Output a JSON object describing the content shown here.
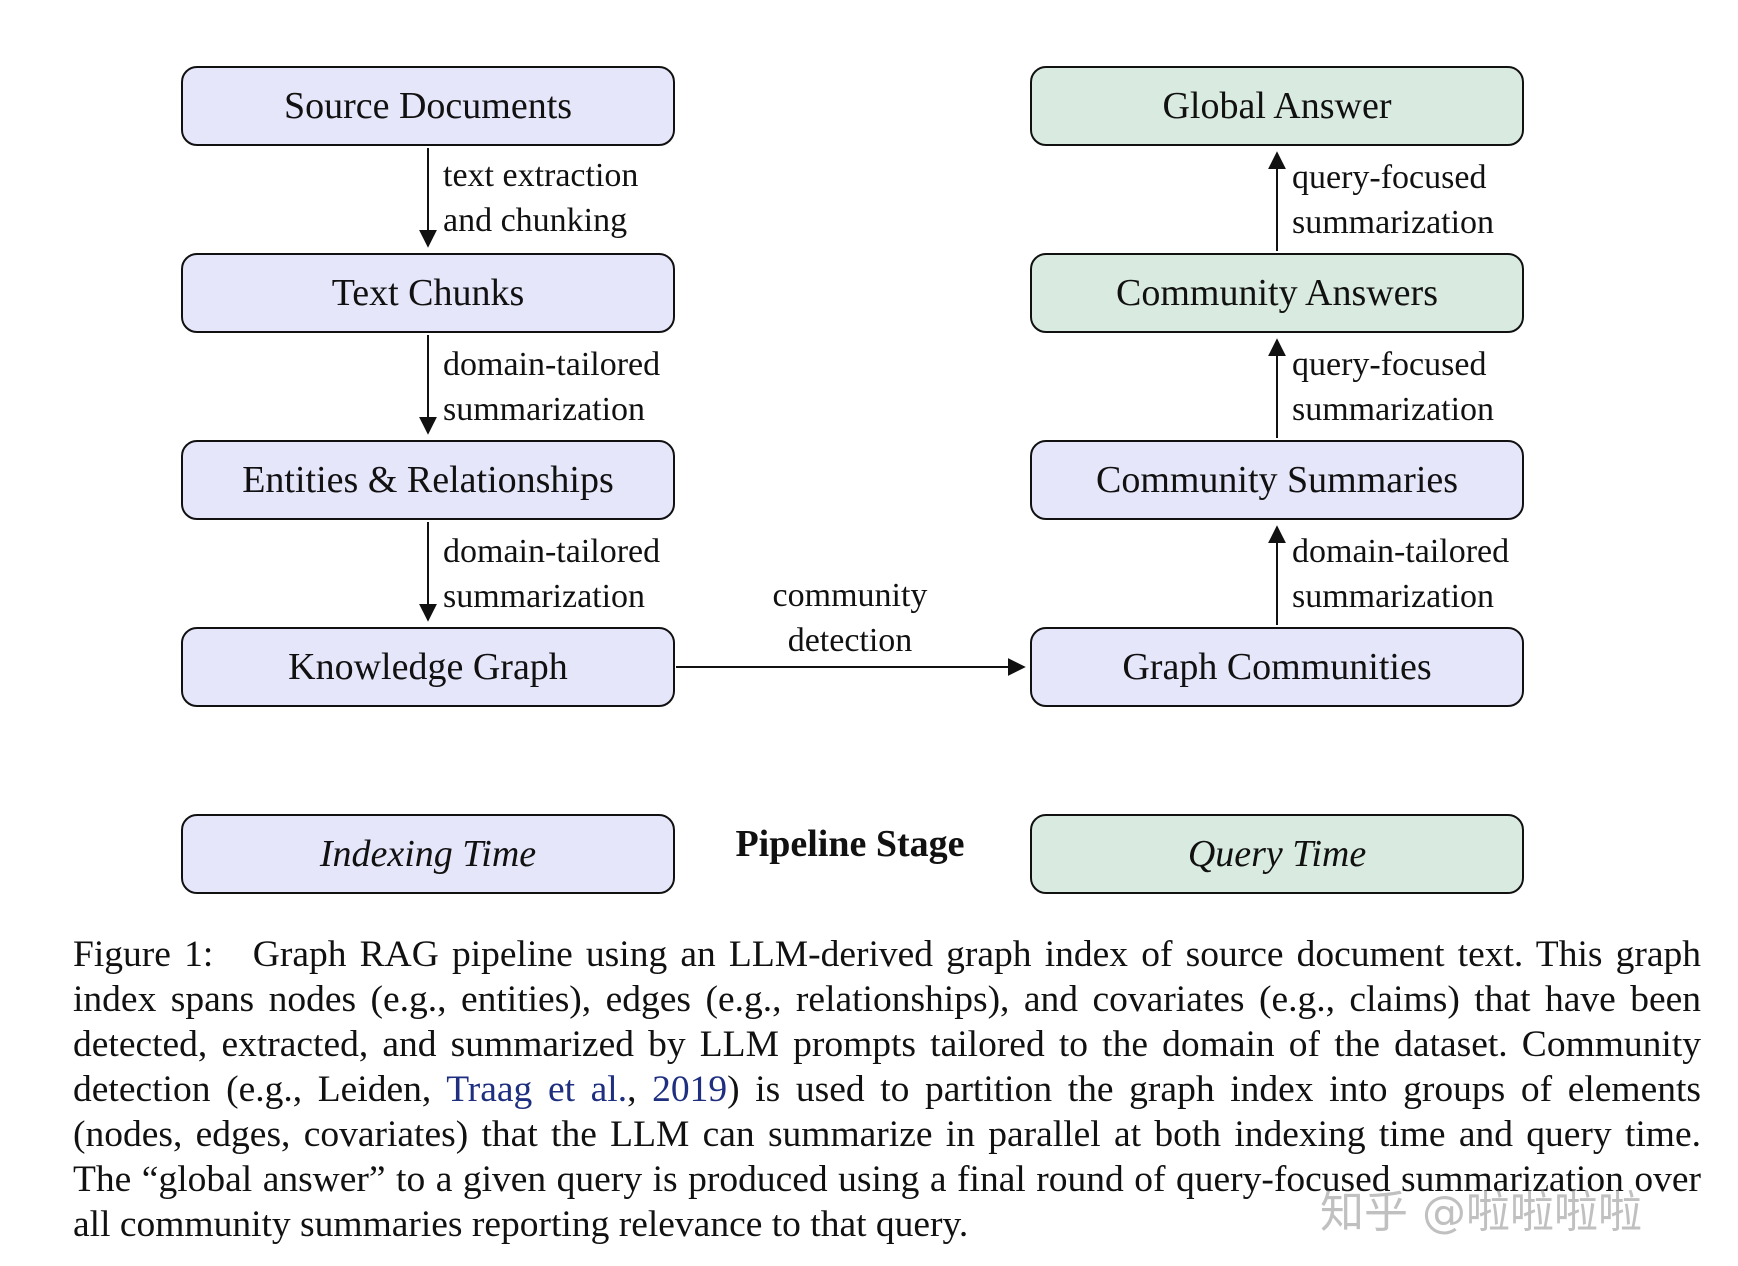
{
  "nodes": {
    "source_documents": "Source Documents",
    "text_chunks": "Text Chunks",
    "entities_relationships": "Entities & Relationships",
    "knowledge_graph": "Knowledge Graph",
    "graph_communities": "Graph Communities",
    "community_summaries": "Community Summaries",
    "community_answers": "Community Answers",
    "global_answer": "Global Answer"
  },
  "edges": {
    "e1": {
      "line1": "text extraction",
      "line2": "and chunking"
    },
    "e2": {
      "line1": "domain-tailored",
      "line2": "summarization"
    },
    "e3": {
      "line1": "domain-tailored",
      "line2": "summarization"
    },
    "e4": {
      "line1": "community",
      "line2": "detection"
    },
    "e5": {
      "line1": "domain-tailored",
      "line2": "summarization"
    },
    "e6": {
      "line1": "query-focused",
      "line2": "summarization"
    },
    "e7": {
      "line1": "query-focused",
      "line2": "summarization"
    }
  },
  "legend": {
    "indexing": "Indexing Time",
    "stage": "Pipeline Stage",
    "query": "Query Time"
  },
  "caption": {
    "prefix": "Figure 1:",
    "part1": "Graph RAG pipeline using an LLM-derived graph index of source document text. This graph index spans nodes (e.g., entities), edges (e.g., relationships), and covariates (e.g., claims) that have been detected, extracted, and summarized by LLM prompts tailored to the domain of the dataset. Community detection (e.g., Leiden,",
    "ref_author": "Traag et al.",
    "ref_year": "2019",
    "part2": ") is used to partition the graph index into groups of elements (nodes, edges, covariates) that the LLM can summarize in parallel at both indexing time and query time. The “global answer” to a given query is produced using a final round of query-focused summarization over all community summaries reporting relevance to that query."
  },
  "watermark": "知乎 @啦啦啦啦",
  "colors": {
    "indexing_fill": "#e6e6fb",
    "query_fill": "#d9ebe0",
    "stroke": "#111111",
    "citation": "#1f2f80"
  }
}
